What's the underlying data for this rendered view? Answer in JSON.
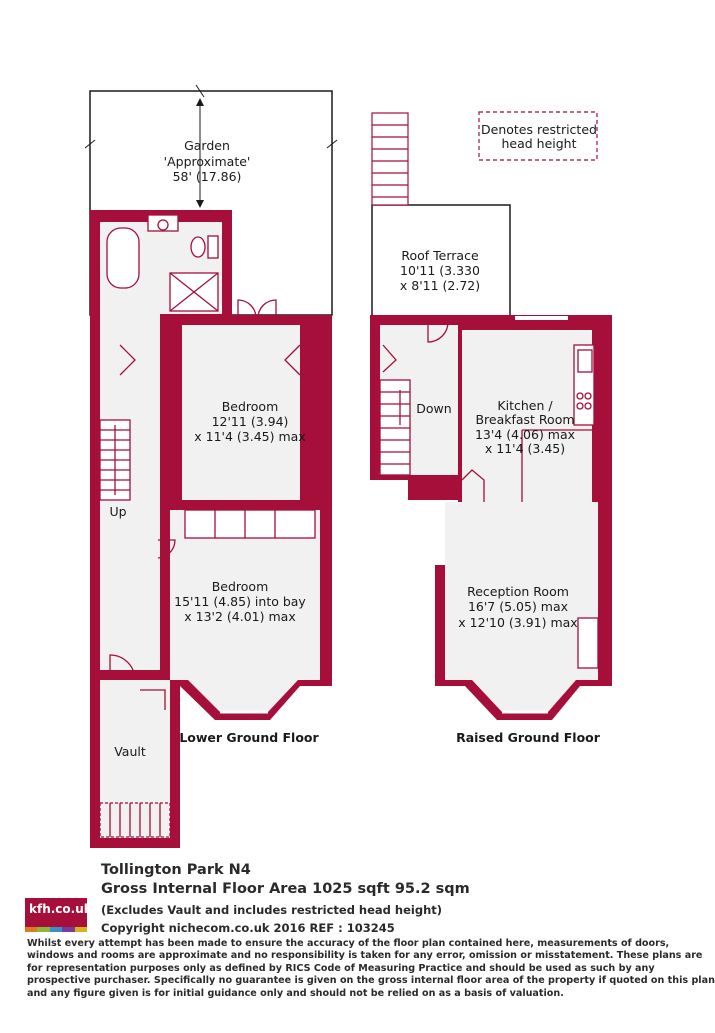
{
  "colors": {
    "wall": "#a50f3a",
    "floor": "#f1f1f1",
    "line": "#a50f3a",
    "text": "#1a1a1a",
    "logo_bg": "#a50f3a",
    "logo_bars": [
      "#e07a1f",
      "#8bb83a",
      "#3a8fc8",
      "#7a3a9a",
      "#d8b020"
    ]
  },
  "legend": {
    "restricted_line1": "Denotes restricted",
    "restricted_line2": "head height"
  },
  "lower_ground": {
    "floor_label": "Lower Ground Floor",
    "garden": {
      "name": "Garden",
      "note": "'Approximate'",
      "dims": "58' (17.86)"
    },
    "bedroom_rear": {
      "name": "Bedroom",
      "dims1": "12'11 (3.94)",
      "dims2": "x 11'4 (3.45) max"
    },
    "bedroom_front": {
      "name": "Bedroom",
      "dims1": "15'11 (4.85) into bay",
      "dims2": "x 13'2 (4.01) max"
    },
    "stairs_label": "Up",
    "vault": "Vault"
  },
  "raised_ground": {
    "floor_label": "Raised Ground Floor",
    "roof_terrace": {
      "name": "Roof Terrace",
      "dims1": "10'11 (3.330",
      "dims2": "x 8'11 (2.72)"
    },
    "kitchen": {
      "name1": "Kitchen /",
      "name2": "Breakfast Room",
      "dims1": "13'4 (4.06) max",
      "dims2": "x 11'4 (3.45)"
    },
    "reception": {
      "name": "Reception Room",
      "dims1": "16'7 (5.05) max",
      "dims2": "x 12'10 (3.91) max"
    },
    "stairs_label": "Down"
  },
  "footer": {
    "address": "Tollington Park  N4",
    "area": "Gross Internal Floor Area 1025 sqft 95.2 sqm",
    "exclusion": "(Excludes Vault and includes restricted head height)",
    "copyright": "Copyright nichecom.co.uk 2016 REF : 103245",
    "disclaimer": "Whilst every attempt has been made to ensure the accuracy of the floor plan contained here, measurements of doors, windows and rooms are approximate and no responsibility is taken for any error, omission or misstatement.  These plans are for representation purposes only as defined by RICS Code of Measuring Practice and should be used as such by any prospective purchaser.  Specifically no guarantee is given on the gross internal floor area of the property if quoted on this plan and any figure given is for initial guidance only and should not be relied on as a basis of valuation.",
    "logo_text": "kfh.co.uk"
  }
}
